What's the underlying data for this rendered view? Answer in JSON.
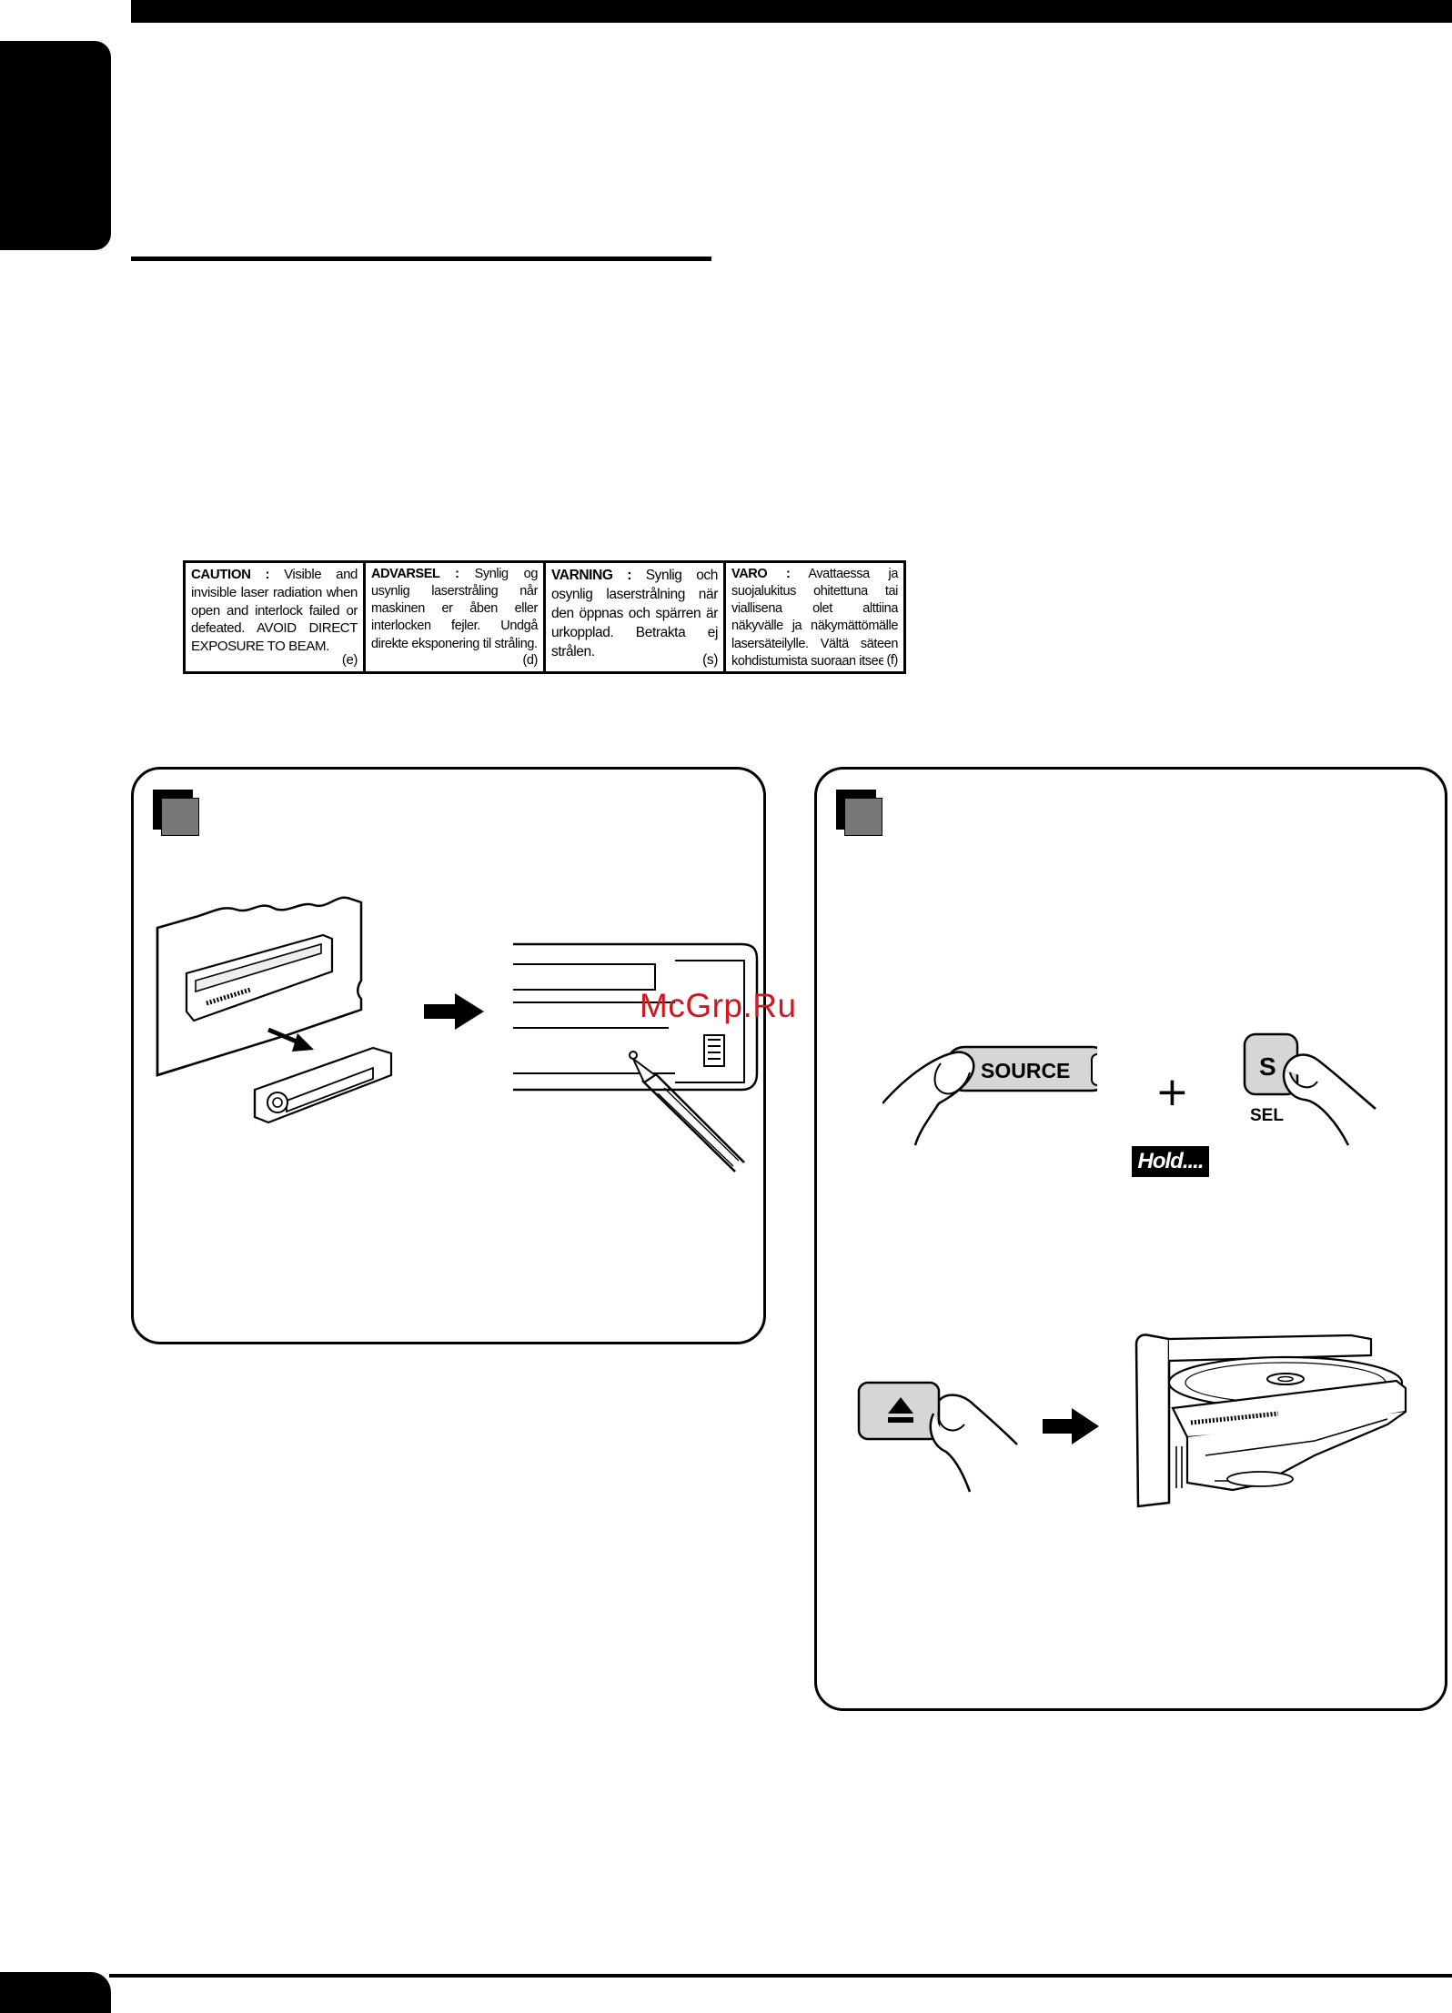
{
  "caution_label": {
    "cells": [
      {
        "head": "CAUTION :",
        "body": "Visible and invisible laser radiation when open and interlock failed or defeated. AVOID DIRECT EXPOSURE TO BEAM.",
        "code": "(e)"
      },
      {
        "head": "ADVARSEL :",
        "body": "Synlig og usynlig laserstråling når maskinen er åben eller interlocken fejler. Undgå direkte eksponering til stråling.",
        "code": "(d)"
      },
      {
        "head": "VARNING :",
        "body": "Synlig och osynlig laserstrålning när den öppnas och spärren är urkopplad. Betrakta ej strålen.",
        "code": "(s)"
      },
      {
        "head": "VARO :",
        "body": "Avattaessa ja suojalukitus ohitettuna tai viallisena olet alttiina näkyvälle ja näkymättömälle lasersäteilylle. Vältä säteen kohdistumista suoraan itseesi.",
        "code": "(f)"
      }
    ]
  },
  "watermark": "McGrp.Ru",
  "panel_right": {
    "source_button": "SOURCE",
    "sel_button_letter": "S",
    "sel_button_label": "SEL",
    "plus": "+",
    "hold_badge": "Hold...."
  }
}
